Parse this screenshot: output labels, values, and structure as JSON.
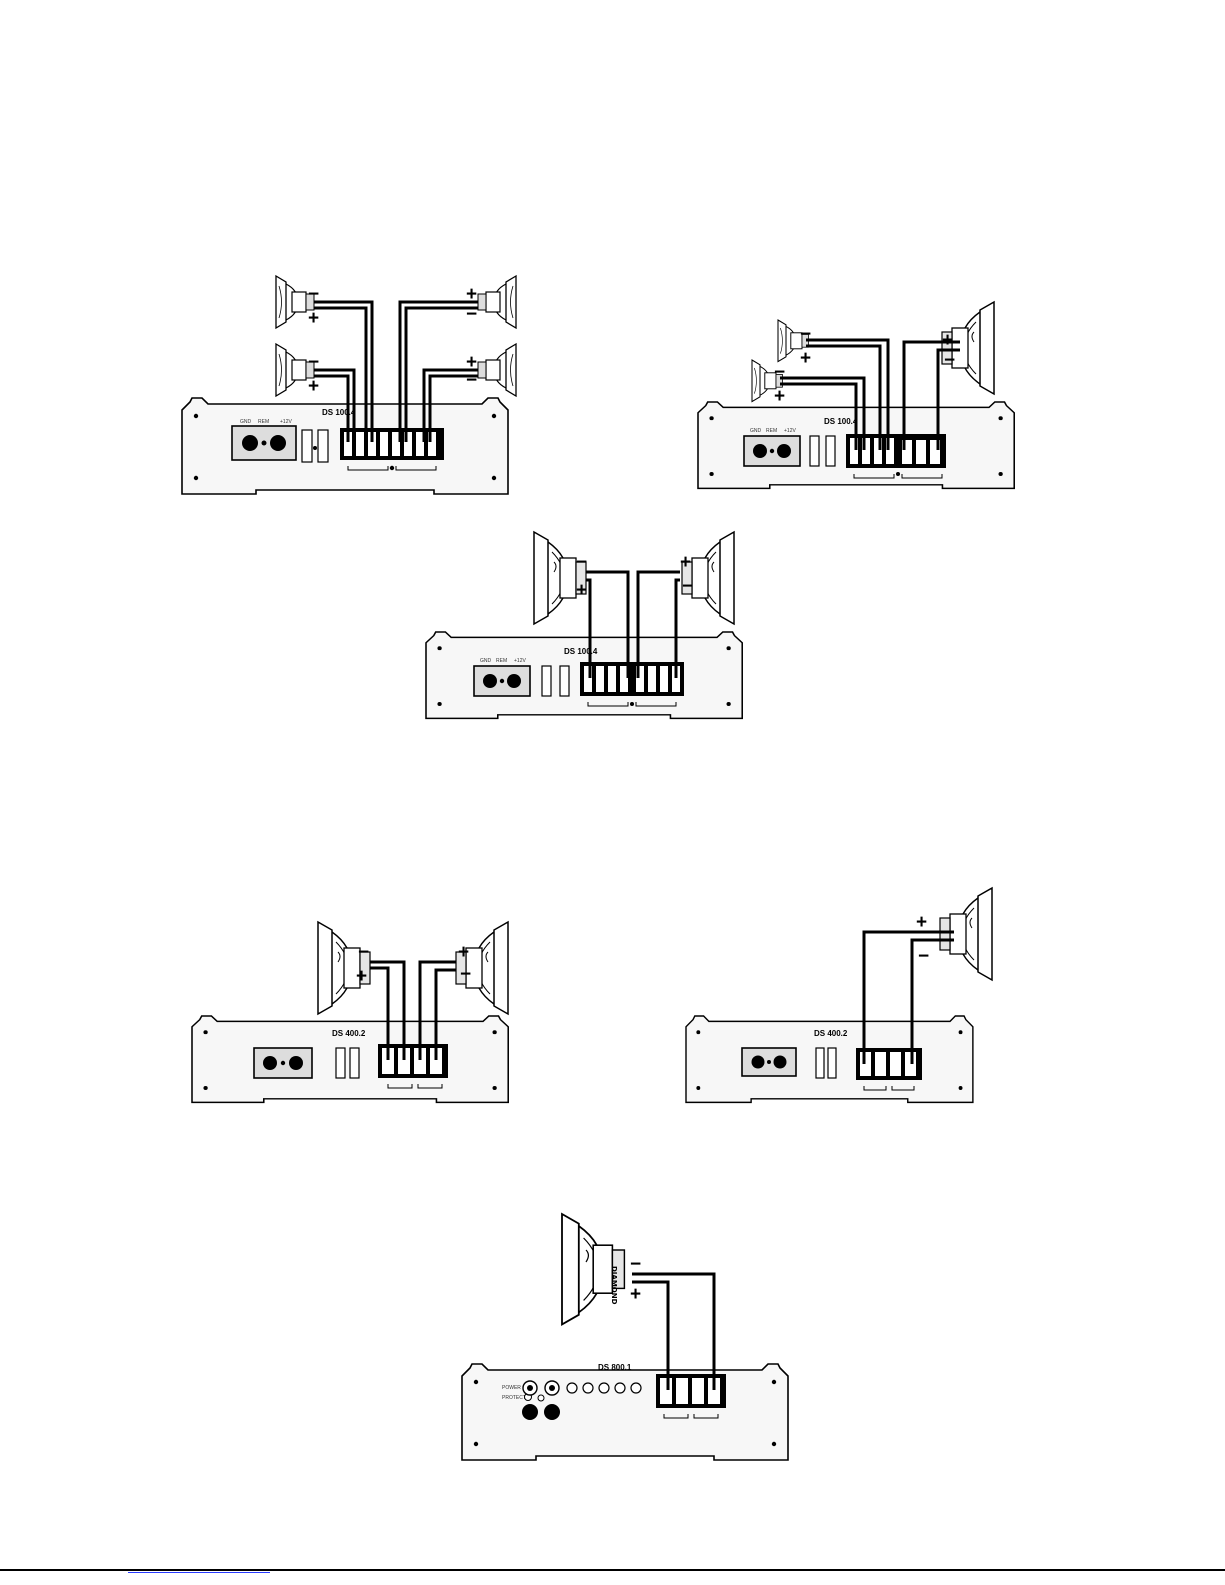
{
  "colors": {
    "ink": "#000000",
    "panel": "#f2f2f2",
    "link": "#2a3cff"
  },
  "diagrams": [
    {
      "id": "ds1004-four-speakers",
      "model": "DS 100.4",
      "brand": "DIAMOND"
    },
    {
      "id": "ds1004-three-channel",
      "model": "DS 100.4",
      "brand": "DIAMOND"
    },
    {
      "id": "ds1004-bridged-two",
      "model": "DS 100.4",
      "brand": "DIAMOND"
    },
    {
      "id": "ds4002-stereo",
      "model": "DS 400.2",
      "brand": "DIAMOND"
    },
    {
      "id": "ds4002-bridged",
      "model": "DS 400.2",
      "brand": "DIAMOND"
    },
    {
      "id": "ds8001-mono",
      "model": "DS 800.1",
      "brand": "DIAMOND"
    }
  ],
  "signs": {
    "plus": "+",
    "minus": "−"
  }
}
